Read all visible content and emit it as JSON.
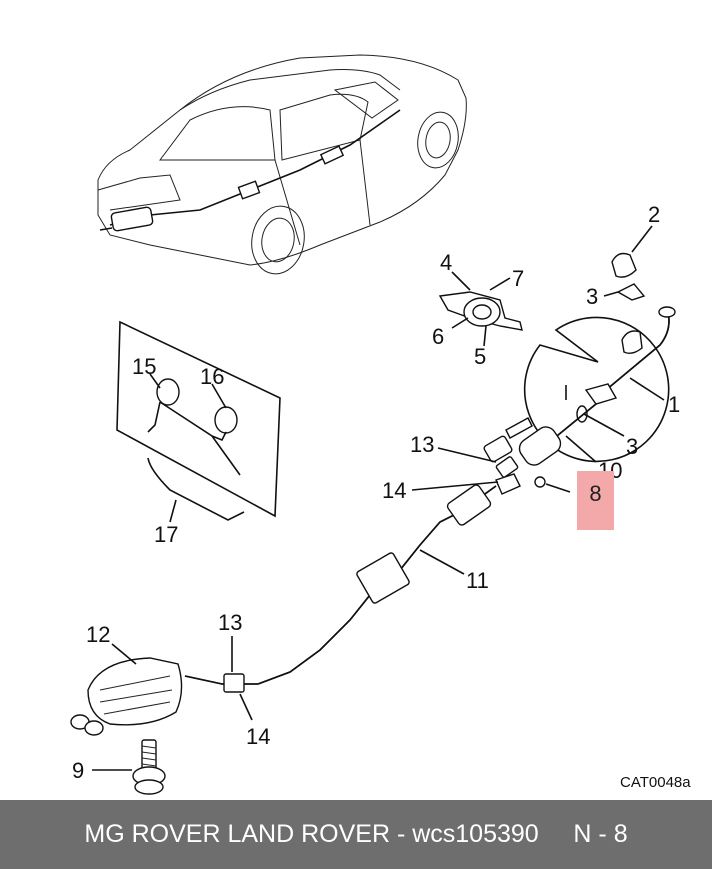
{
  "diagram": {
    "callouts": {
      "c1": "1",
      "c2": "2",
      "c3a": "3",
      "c3b": "3",
      "c4": "4",
      "c5": "5",
      "c6": "6",
      "c7": "7",
      "c8": "8",
      "c9": "9",
      "c10": "10",
      "c11": "11",
      "c12": "12",
      "c13a": "13",
      "c13b": "13",
      "c14a": "14",
      "c14b": "14",
      "c15": "15",
      "c16": "16",
      "c17": "17"
    },
    "reference": "CAT0048a",
    "highlight_color": "#f3a9a9"
  },
  "footer": {
    "text": "MG ROVER LAND ROVER - wcs105390     N - 8",
    "background": "#6e6e6e"
  }
}
